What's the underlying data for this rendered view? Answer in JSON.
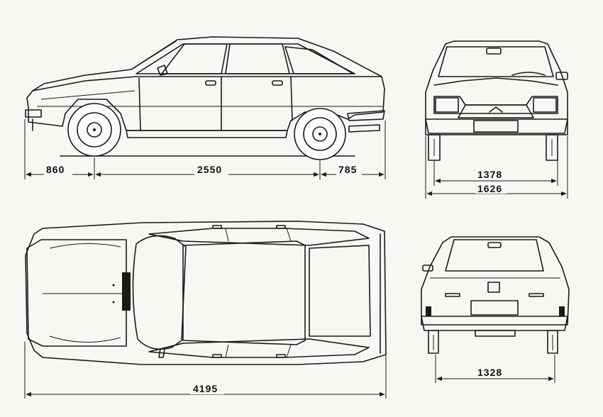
{
  "dimensions": {
    "front_overhang": "860",
    "wheelbase": "2550",
    "rear_overhang": "785",
    "front_track": "1378",
    "overall_width": "1626",
    "overall_length": "4195",
    "rear_track": "1328"
  },
  "colors": {
    "line": "#1a1a1a",
    "paper": "#f7f7f3"
  }
}
